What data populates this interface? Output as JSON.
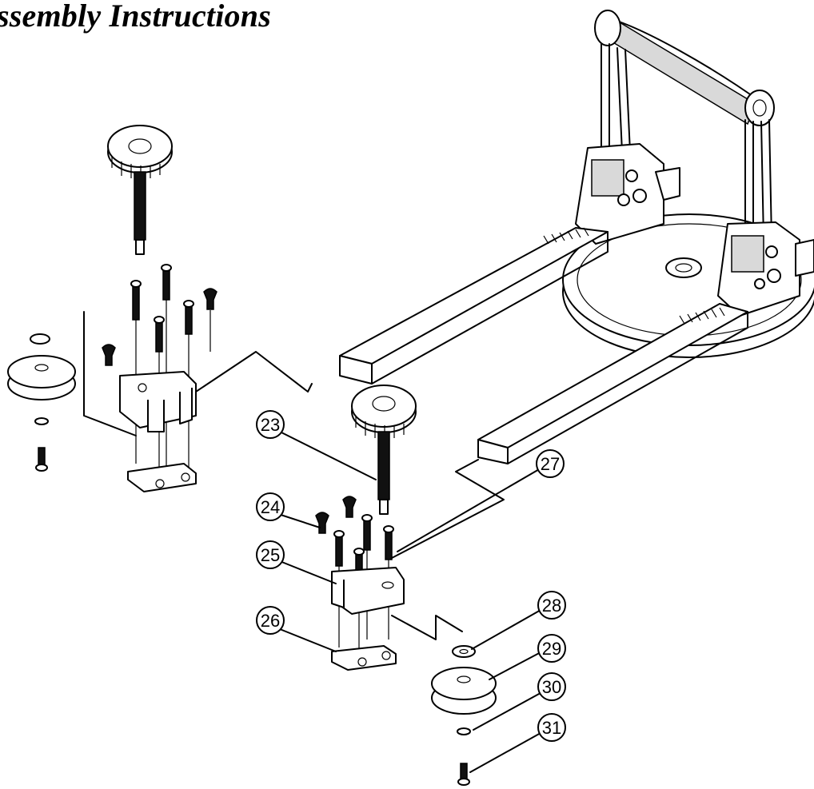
{
  "header": {
    "title": "ssembly Instructions"
  },
  "callouts": [
    {
      "id": "c23",
      "label": "23"
    },
    {
      "id": "c24",
      "label": "24"
    },
    {
      "id": "c25",
      "label": "25"
    },
    {
      "id": "c26",
      "label": "26"
    },
    {
      "id": "c27",
      "label": "27"
    },
    {
      "id": "c28",
      "label": "28"
    },
    {
      "id": "c29",
      "label": "29"
    },
    {
      "id": "c30",
      "label": "30"
    },
    {
      "id": "c31",
      "label": "31"
    }
  ],
  "colors": {
    "ink": "#000000",
    "paper": "#ffffff",
    "shade": "#d9d9d9"
  }
}
